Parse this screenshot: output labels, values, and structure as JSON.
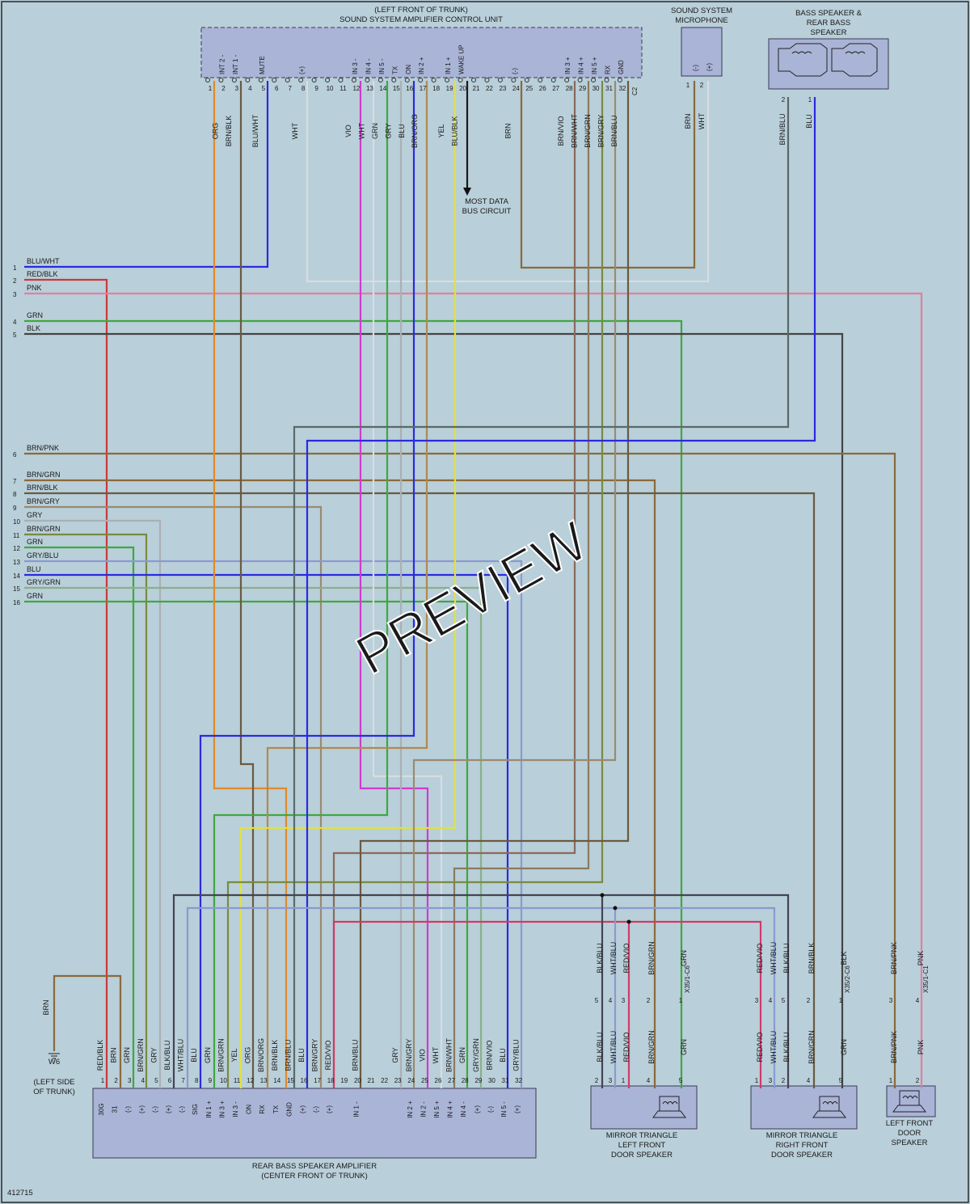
{
  "amp": {
    "title1": "(LEFT FRONT OF TRUNK)",
    "title2": "SOUND SYSTEM AMPLIFIER CONTROL UNIT",
    "pins": [
      "1",
      "2",
      "3",
      "4",
      "5",
      "6",
      "7",
      "8",
      "9",
      "10",
      "11",
      "12",
      "13",
      "14",
      "15",
      "16",
      "17",
      "18",
      "19",
      "20",
      "21",
      "22",
      "23",
      "24",
      "25",
      "26",
      "27",
      "28",
      "29",
      "30",
      "31",
      "32"
    ],
    "connector": "C2",
    "funcs": [
      {
        "p": "2",
        "t": "INT 2 -"
      },
      {
        "p": "3",
        "t": "INT 1 -"
      },
      {
        "p": "5",
        "t": "MUTE"
      },
      {
        "p": "8",
        "t": "(+)"
      },
      {
        "p": "12",
        "t": "IN 3 -"
      },
      {
        "p": "13",
        "t": "IN 4 -"
      },
      {
        "p": "14",
        "t": "IN 5 -"
      },
      {
        "p": "15",
        "t": "TX"
      },
      {
        "p": "16",
        "t": "ON"
      },
      {
        "p": "17",
        "t": "IN 2 +"
      },
      {
        "p": "19",
        "t": "IN 1 +"
      },
      {
        "p": "20",
        "t": "WAKE UP"
      },
      {
        "p": "24",
        "t": "(-)"
      },
      {
        "p": "28",
        "t": "IN 3 +"
      },
      {
        "p": "29",
        "t": "IN 4 +"
      },
      {
        "p": "30",
        "t": "IN 5 +"
      },
      {
        "p": "31",
        "t": "RX"
      },
      {
        "p": "32",
        "t": "GND"
      }
    ],
    "colors": [
      {
        "p": "2",
        "t": "ORG"
      },
      {
        "p": "3",
        "t": "BRN/BLK"
      },
      {
        "p": "5",
        "t": "BLU/WHT"
      },
      {
        "p": "8",
        "t": "WHT"
      },
      {
        "p": "12",
        "t": "VIO"
      },
      {
        "p": "13",
        "t": "WHT"
      },
      {
        "p": "14",
        "t": "GRN"
      },
      {
        "p": "15",
        "t": "GRY"
      },
      {
        "p": "16",
        "t": "BLU"
      },
      {
        "p": "17",
        "t": "BRN/ORG"
      },
      {
        "p": "19",
        "t": "YEL"
      },
      {
        "p": "20",
        "t": "BLU/BLK"
      },
      {
        "p": "24",
        "t": "BRN"
      },
      {
        "p": "28",
        "t": "BRN/VIO"
      },
      {
        "p": "29",
        "t": "BRN/WHT"
      },
      {
        "p": "30",
        "t": "BRN/GRN"
      },
      {
        "p": "31",
        "t": "BRN/GRY"
      },
      {
        "p": "32",
        "t": "BRN/BLU"
      }
    ]
  },
  "mic": {
    "title1": "SOUND SYSTEM",
    "title2": "MICROPHONE",
    "f1": "(-)",
    "f2": "(+)",
    "c1": "BRN",
    "c2": "WHT",
    "p1": "1",
    "p2": "2"
  },
  "bass": {
    "title1": "BASS SPEAKER &",
    "title2": "REAR BASS",
    "title3": "SPEAKER",
    "p1": "2",
    "p2": "1",
    "c1": "BRN/BLU",
    "c2": "BLU"
  },
  "most": {
    "l1": "MOST DATA",
    "l2": "BUS CIRCUIT"
  },
  "left_wires": [
    {
      "n": "1",
      "c": "BLU/WHT"
    },
    {
      "n": "2",
      "c": "RED/BLK"
    },
    {
      "n": "3",
      "c": "PNK"
    },
    {
      "n": "4",
      "c": "GRN"
    },
    {
      "n": "5",
      "c": "BLK"
    },
    {
      "n": "6",
      "c": "BRN/PNK"
    },
    {
      "n": "7",
      "c": "BRN/GRN"
    },
    {
      "n": "8",
      "c": "BRN/BLK"
    },
    {
      "n": "9",
      "c": "BRN/GRY"
    },
    {
      "n": "10",
      "c": "GRY"
    },
    {
      "n": "11",
      "c": "BRN/GRN"
    },
    {
      "n": "12",
      "c": "GRN"
    },
    {
      "n": "13",
      "c": "GRY/BLU"
    },
    {
      "n": "14",
      "c": "BLU"
    },
    {
      "n": "15",
      "c": "GRY/GRN"
    },
    {
      "n": "16",
      "c": "GRN"
    }
  ],
  "ground": {
    "wire": "BRN",
    "id": "W6",
    "l1": "(LEFT SIDE",
    "l2": "OF TRUNK)"
  },
  "rear_amp": {
    "title1": "REAR BASS SPEAKER AMPLIFIER",
    "title2": "(CENTER FRONT OF TRUNK)",
    "pins": [
      "1",
      "2",
      "3",
      "4",
      "5",
      "6",
      "7",
      "8",
      "9",
      "10",
      "11",
      "12",
      "13",
      "14",
      "15",
      "16",
      "17",
      "18",
      "19",
      "20",
      "21",
      "22",
      "23",
      "24",
      "25",
      "26",
      "27",
      "28",
      "29",
      "30",
      "31",
      "32"
    ],
    "colors": [
      {
        "p": "1",
        "t": "RED/BLK"
      },
      {
        "p": "2",
        "t": "BRN"
      },
      {
        "p": "3",
        "t": "GRN"
      },
      {
        "p": "4",
        "t": "BRN/GRN"
      },
      {
        "p": "5",
        "t": "GRY"
      },
      {
        "p": "6",
        "t": "BLK/BLU"
      },
      {
        "p": "7",
        "t": "WHT/BLU"
      },
      {
        "p": "8",
        "t": "BLU"
      },
      {
        "p": "9",
        "t": "GRN"
      },
      {
        "p": "10",
        "t": "BRN/GRN"
      },
      {
        "p": "11",
        "t": "YEL"
      },
      {
        "p": "12",
        "t": "ORG"
      },
      {
        "p": "13",
        "t": "BRN/ORG"
      },
      {
        "p": "14",
        "t": "BRN/BLK"
      },
      {
        "p": "15",
        "t": "BRN/BLU"
      },
      {
        "p": "16",
        "t": "BLU"
      },
      {
        "p": "17",
        "t": "BRN/GRY"
      },
      {
        "p": "18",
        "t": "RED/VIO"
      },
      {
        "p": "20",
        "t": "BRN/BLU"
      },
      {
        "p": "23",
        "t": "GRY"
      },
      {
        "p": "24",
        "t": "BRN/GRY"
      },
      {
        "p": "25",
        "t": "VIO"
      },
      {
        "p": "26",
        "t": "WHT"
      },
      {
        "p": "27",
        "t": "BRN/WHT"
      },
      {
        "p": "28",
        "t": "GRN"
      },
      {
        "p": "29",
        "t": "GRY/GRN"
      },
      {
        "p": "30",
        "t": "BRN/VIO"
      },
      {
        "p": "31",
        "t": "BLU"
      },
      {
        "p": "32",
        "t": "GRY/BLU"
      }
    ],
    "funcs": [
      {
        "p": "1",
        "t": "30G"
      },
      {
        "p": "2",
        "t": "31"
      },
      {
        "p": "4",
        "t": "(+)"
      },
      {
        "p": "5",
        "t": "(-)"
      },
      {
        "p": "6",
        "t": "(+)"
      },
      {
        "p": "7",
        "t": "(-)"
      },
      {
        "p": "8",
        "t": "SIG"
      },
      {
        "p": "9",
        "t": "IN 1 +"
      },
      {
        "p": "10",
        "t": "IN 3 +"
      },
      {
        "p": "11",
        "t": "IN 3 -"
      },
      {
        "p": "12",
        "t": "ON"
      },
      {
        "p": "13",
        "t": "RX"
      },
      {
        "p": "14",
        "t": "TX"
      },
      {
        "p": "15",
        "t": "GND"
      },
      {
        "p": "16",
        "t": "(+)"
      },
      {
        "p": "17",
        "t": "(-)"
      },
      {
        "p": "18",
        "t": "(+)"
      },
      {
        "p": "20",
        "t": "IN 1 -"
      },
      {
        "p": "24",
        "t": "IN 2 +"
      },
      {
        "p": "25",
        "t": "IN 2 -"
      },
      {
        "p": "26",
        "t": "IN 5 +"
      },
      {
        "p": "27",
        "t": "IN 4 +"
      },
      {
        "p": "28",
        "t": "IN 4 -"
      },
      {
        "p": "29",
        "t": "(+)"
      },
      {
        "p": "30",
        "t": "(-)"
      },
      {
        "p": "31",
        "t": "IN 5 -"
      },
      {
        "p": "32",
        "t": "(+)"
      },
      {
        "p": "3",
        "t": "(-)"
      }
    ]
  },
  "spk_left": {
    "t1": "MIRROR TRIANGLE",
    "t2": "LEFT FRONT",
    "t3": "DOOR SPEAKER",
    "conn": "X35/1-C6",
    "top": [
      {
        "c": "BLK/BLU",
        "p": "5"
      },
      {
        "c": "WHT/BLU",
        "p": "4"
      },
      {
        "c": "RED/VIO",
        "p": "3"
      },
      {
        "c": "BRN/GRN",
        "p": "2"
      },
      {
        "c": "GRN",
        "p": "1"
      }
    ],
    "bot": [
      {
        "c": "BLK/BLU",
        "p": "2"
      },
      {
        "c": "WHT/BLU",
        "p": "3"
      },
      {
        "c": "RED/VIO",
        "p": "1"
      },
      {
        "c": "BRN/GRN",
        "p": "4"
      },
      {
        "c": "GRN",
        "p": "5"
      }
    ]
  },
  "spk_right": {
    "t1": "MIRROR TRIANGLE",
    "t2": "RIGHT FRONT",
    "t3": "DOOR SPEAKER",
    "conn": "X35/2-C6",
    "top": [
      {
        "c": "RED/VIO",
        "p": "3"
      },
      {
        "c": "WHT/BLU",
        "p": "4"
      },
      {
        "c": "BLK/BLU",
        "p": "5"
      },
      {
        "c": "BRN/BLK",
        "p": "2"
      },
      {
        "c": "BLK",
        "p": "1"
      }
    ],
    "bot": [
      {
        "c": "RED/VIO",
        "p": "1"
      },
      {
        "c": "WHT/BLU",
        "p": "3"
      },
      {
        "c": "BLK/BLU",
        "p": "2"
      },
      {
        "c": "BRN/GRN",
        "p": "4"
      },
      {
        "c": "GRN",
        "p": "5"
      }
    ]
  },
  "spk_door": {
    "t1": "LEFT FRONT",
    "t2": "DOOR",
    "t3": "SPEAKER",
    "conn": "X35/1-C1",
    "top": [
      {
        "c": "BRN/PNK",
        "p": "3"
      },
      {
        "c": "PNK",
        "p": "4"
      }
    ],
    "bot": [
      {
        "c": "BRN/PNK",
        "p": "1"
      },
      {
        "c": "PNK",
        "p": "2"
      }
    ]
  },
  "diagram_id": "412715",
  "watermark": "PREVIEW"
}
